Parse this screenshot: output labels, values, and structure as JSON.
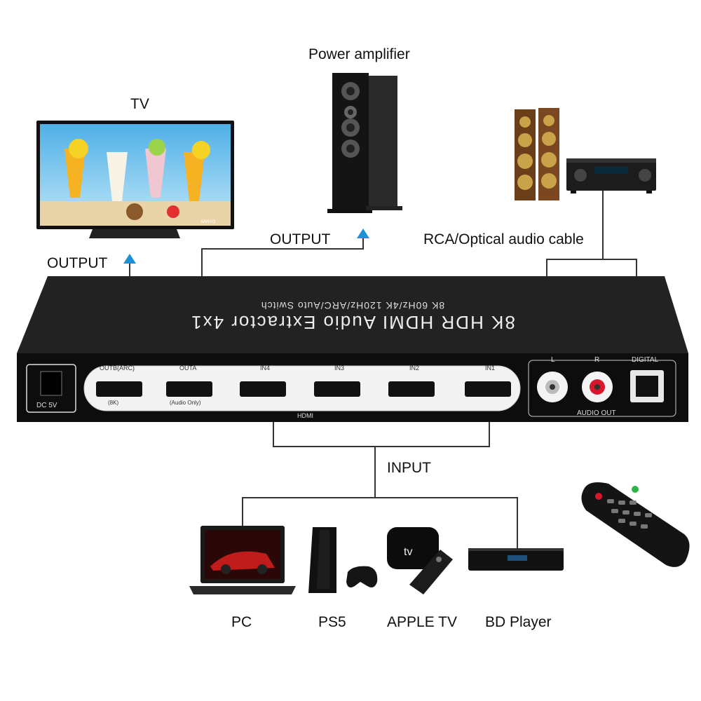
{
  "labels": {
    "tv": "TV",
    "power_amplifier": "Power amplifier",
    "output_left": "OUTPUT",
    "output_center": "OUTPUT",
    "rca_optical": "RCA/Optical audio cable",
    "input": "INPUT",
    "pc": "PC",
    "ps5": "PS5",
    "apple_tv": "APPLE TV",
    "bd_player": "BD Player"
  },
  "device": {
    "title": "8K HDR HDMI Audio Extractor 4x1",
    "subtitle": "8K 60Hz/4K 120Hz/ARC/Auto Switch",
    "dc": "DC 5V",
    "ports": {
      "outb": "OUTB(ARC)",
      "outb_note": "(8K)",
      "outa": "OUTA",
      "outa_note": "(Audio Only)",
      "in4": "IN4",
      "in3": "IN3",
      "in2": "IN2",
      "in1": "IN1",
      "hdmi": "HDMI",
      "l": "L",
      "r": "R",
      "digital": "DIGITAL",
      "audio_out": "AUDIO OUT"
    }
  },
  "tv_brand": "SANYO",
  "colors": {
    "arrow": "#1e90d8",
    "device_body": "#1a1a1a",
    "rca_red": "#d8182a"
  }
}
